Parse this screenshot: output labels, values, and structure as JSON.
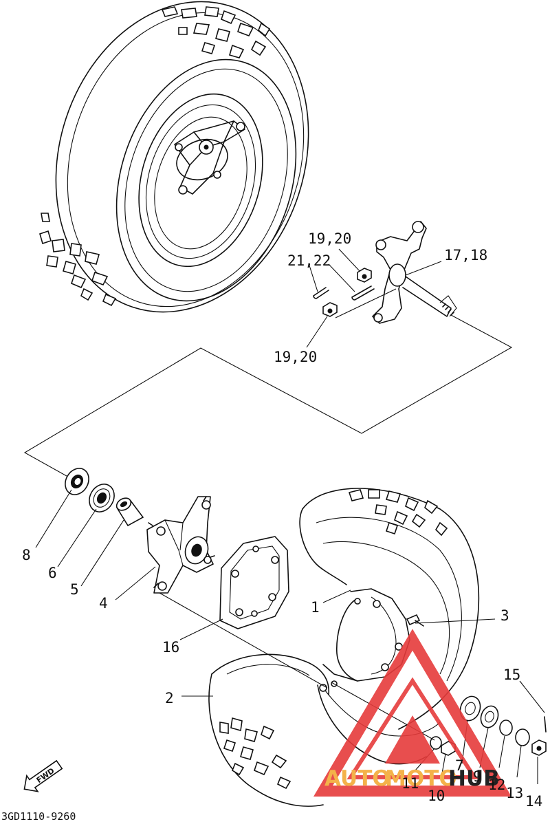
{
  "diagram_code": "3GD1110-9260",
  "direction_marker": "FWD",
  "callouts": [
    {
      "id": "c_19_20_top",
      "text": "19,20"
    },
    {
      "id": "c_21_22",
      "text": "21,22"
    },
    {
      "id": "c_17_18",
      "text": "17,18"
    },
    {
      "id": "c_19_20_bot",
      "text": "19,20"
    },
    {
      "id": "c_8",
      "text": "8"
    },
    {
      "id": "c_6",
      "text": "6"
    },
    {
      "id": "c_5",
      "text": "5"
    },
    {
      "id": "c_4",
      "text": "4"
    },
    {
      "id": "c_16",
      "text": "16"
    },
    {
      "id": "c_1",
      "text": "1"
    },
    {
      "id": "c_3",
      "text": "3"
    },
    {
      "id": "c_2",
      "text": "2"
    },
    {
      "id": "c_15",
      "text": "15"
    },
    {
      "id": "c_7",
      "text": "7"
    },
    {
      "id": "c_9",
      "text": "9"
    },
    {
      "id": "c_11",
      "text": "11"
    },
    {
      "id": "c_10",
      "text": "10"
    },
    {
      "id": "c_12",
      "text": "12"
    },
    {
      "id": "c_13",
      "text": "13"
    },
    {
      "id": "c_14",
      "text": "14"
    }
  ],
  "watermark": {
    "part1": "AUTO",
    "part2": "MOTO",
    "part3": "HUB",
    "colors": {
      "primary": "#e63b3b",
      "secondary": "#f4b24a",
      "dark": "#222222"
    }
  }
}
